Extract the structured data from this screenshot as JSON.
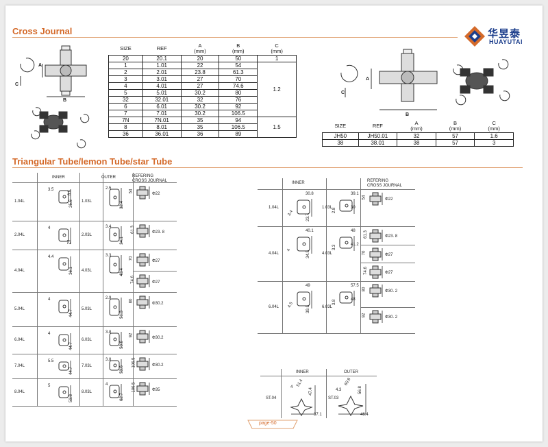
{
  "sections": {
    "cross_journal": "Cross Journal",
    "tubes": "Triangular Tube/lemon Tube/star Tube"
  },
  "logo": {
    "cn": "华昱泰",
    "en": "HUAYUTAI"
  },
  "table1": {
    "headers": {
      "size": "SIZE",
      "ref": "REF",
      "a": "A",
      "a_unit": "(mm)",
      "b": "B",
      "b_unit": "(mm)",
      "c": "C",
      "c_unit": "(mm)"
    },
    "rows": [
      [
        "20",
        "20.1",
        "20",
        "50"
      ],
      [
        "1",
        "1.01",
        "22",
        "54"
      ],
      [
        "2",
        "2.01",
        "23.8",
        "61.3"
      ],
      [
        "3",
        "3.01",
        "27",
        "70"
      ],
      [
        "4",
        "4.01",
        "27",
        "74.6"
      ],
      [
        "5",
        "5.01",
        "30.2",
        "80"
      ],
      [
        "32",
        "32.01",
        "32",
        "76"
      ],
      [
        "6",
        "6.01",
        "30.2",
        "92"
      ],
      [
        "7",
        "7.01",
        "30.2",
        "106.5"
      ],
      [
        "7N",
        "7N.01",
        "35",
        "94"
      ],
      [
        "8",
        "8.01",
        "35",
        "106.5"
      ],
      [
        "36",
        "36.01",
        "36",
        "89"
      ]
    ],
    "c_groups": [
      "1",
      "1.2",
      "1.5"
    ]
  },
  "table2": {
    "headers": {
      "size": "SIZE",
      "ref": "REF",
      "a": "A",
      "a_unit": "(mm)",
      "b": "B",
      "b_unit": "(mm)",
      "c": "C",
      "c_unit": "(mm)"
    },
    "rows": [
      [
        "JH50",
        "JH50.01",
        "32",
        "57",
        "1.6"
      ],
      [
        "38",
        "38.01",
        "38",
        "57",
        "3"
      ]
    ]
  },
  "diagram_labels": {
    "a": "A",
    "b": "B",
    "c": "C"
  },
  "left_grid": {
    "headers": {
      "inner": "INNER",
      "outer": "OUTER",
      "refering": "REFERING",
      "cross_journal": "CROSS JOURNAL"
    },
    "rows": [
      {
        "inner": "1.04L",
        "in_a": "3.5",
        "in_b": "25.6",
        "in_c": "8.6",
        "outer": "1.03L",
        "out_a": "2.5",
        "out_b": "32.4",
        "refs": [
          {
            "w": "54",
            "d": "Φ22"
          }
        ]
      },
      {
        "inner": "2.04L",
        "in_a": "4",
        "in_b": "29",
        "in_c": "",
        "outer": "2.03L",
        "out_a": "3.4",
        "out_b": "34.1",
        "refs": [
          {
            "w": "61.3",
            "d": "Φ23. 8"
          }
        ]
      },
      {
        "inner": "4.04L",
        "in_a": "4.4",
        "in_b": "36.1",
        "in_c": "",
        "outer": "4.03L",
        "out_a": "3.3",
        "out_b": "43.4",
        "refs": [
          {
            "w": "70",
            "d": "Φ27"
          },
          {
            "w": "74.6",
            "d": "Φ27"
          }
        ]
      },
      {
        "inner": "5.04L",
        "in_a": "4",
        "in_b": "44.7",
        "in_c": "",
        "outer": "5.03L",
        "out_a": "2.9",
        "out_b": "51.3",
        "refs": [
          {
            "w": "80",
            "d": "Φ30.2"
          }
        ]
      },
      {
        "inner": "6.04L",
        "in_a": "4",
        "in_b": "44.7",
        "in_c": "",
        "outer": "6.03L",
        "out_a": "3.8",
        "out_b": "53.6",
        "refs": [
          {
            "w": "92",
            "d": "Φ30.2"
          }
        ]
      },
      {
        "inner": "7.04L",
        "in_a": "5.5",
        "in_b": "44.7",
        "in_c": "",
        "outer": "7.03L",
        "out_a": "3.8",
        "out_b": "53.6",
        "refs": [
          {
            "w": "106.5",
            "d": "Φ30.2"
          }
        ]
      },
      {
        "inner": "8.04L",
        "in_a": "5",
        "in_b": "53.8",
        "in_c": "",
        "outer": "8.03L",
        "out_a": "4",
        "out_b": "62.7",
        "refs": [
          {
            "w": "106.5",
            "d": "Φ35"
          }
        ]
      }
    ]
  },
  "right_grid": {
    "headers": {
      "inner": "INNER",
      "refering": "REFERING",
      "cross_journal": "CROSS JOURNAL"
    },
    "rows": [
      {
        "inner": "1.04L",
        "in_a": "30.8",
        "in_b": "3.4",
        "in_c": "23.7",
        "outer": "1.03L",
        "out_a": "39.1",
        "out_b": "2.8",
        "out_c": "30",
        "refs": [
          {
            "w": "54",
            "d": "Φ22"
          }
        ]
      },
      {
        "inner": "4.04L",
        "in_a": "40.1",
        "in_b": "4",
        "in_c": "34.5",
        "outer": "4.03L",
        "out_a": "48",
        "out_b": "3.3",
        "out_c": "41.2",
        "refs": [
          {
            "w": "61.3",
            "d": "Φ23. 8"
          },
          {
            "w": "70",
            "d": "Φ27"
          },
          {
            "w": "74.6",
            "d": "Φ27"
          }
        ]
      },
      {
        "inner": "6.04L",
        "in_a": "49",
        "in_b": "4.5",
        "in_c": "39.5",
        "outer": "6.03L",
        "out_a": "57.5",
        "out_b": "3.8",
        "out_c": "48",
        "refs": [
          {
            "w": "80",
            "d": "Φ30. 2"
          },
          {
            "w": "92",
            "d": "Φ30. 2"
          }
        ]
      }
    ]
  },
  "star": {
    "inner_hdr": "INNER",
    "outer_hdr": "OUTER",
    "inner_label": "ST.04",
    "outer_label": "ST.03",
    "in_dims": [
      "51.4",
      "47.4",
      "37.1",
      "4"
    ],
    "out_dims": [
      "60.8",
      "56.8",
      "46.4",
      "4.3"
    ]
  },
  "page_no": "page-50"
}
